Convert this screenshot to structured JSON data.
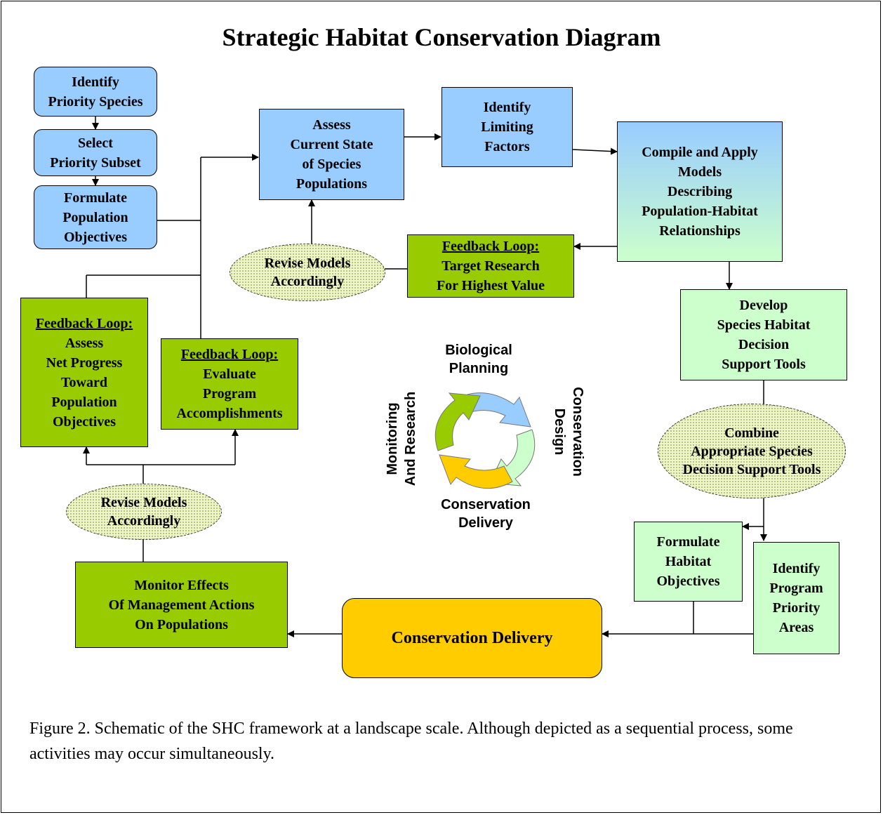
{
  "title": "Strategic Habitat Conservation Diagram",
  "boxes": {
    "identify_priority_species": [
      "Identify",
      "Priority Species"
    ],
    "select_priority_subset": [
      "Select",
      "Priority Subset"
    ],
    "formulate_population_objectives": [
      "Formulate",
      "Population",
      "Objectives"
    ],
    "assess_current_state": [
      "Assess",
      "Current State",
      "of Species",
      "Populations"
    ],
    "identify_limiting_factors": [
      "Identify",
      "Limiting",
      "Factors"
    ],
    "compile_apply_models": [
      "Compile and Apply",
      "Models",
      "Describing",
      "Population-Habitat",
      "Relationships"
    ],
    "feedback_target_research": {
      "heading": "Feedback Loop:",
      "lines": [
        "Target Research",
        "For Highest Value"
      ]
    },
    "develop_decision_tools": [
      "Develop",
      "Species Habitat",
      "Decision",
      "Support Tools"
    ],
    "feedback_net_progress": {
      "heading": "Feedback Loop:",
      "lines": [
        "Assess",
        "Net Progress",
        "Toward",
        "Population",
        "Objectives"
      ]
    },
    "feedback_program_accomplishments": {
      "heading": "Feedback Loop:",
      "lines": [
        "Evaluate",
        "Program",
        "Accomplishments"
      ]
    },
    "formulate_habitat_objectives": [
      "Formulate",
      "Habitat",
      "Objectives"
    ],
    "identify_program_priority_areas": [
      "Identify",
      "Program",
      "Priority",
      "Areas"
    ],
    "monitor_effects": [
      "Monitor Effects",
      "Of Management Actions",
      "On Populations"
    ],
    "conservation_delivery": [
      "Conservation Delivery"
    ]
  },
  "ellipses": {
    "revise_models_top": [
      "Revise Models",
      "Accordingly"
    ],
    "combine_tools": [
      "Combine",
      "Appropriate Species",
      "Decision Support Tools"
    ],
    "revise_models_bottom": [
      "Revise Models",
      "Accordingly"
    ]
  },
  "cycle": {
    "top": [
      "Biological",
      "Planning"
    ],
    "right": [
      "Conservation",
      "Design"
    ],
    "bottom": [
      "Conservation",
      "Delivery"
    ],
    "left": [
      "Monitoring",
      "And Research"
    ],
    "colors": {
      "blue": "#99ccff",
      "pale_green": "#ccffcc",
      "orange": "#ffcc00",
      "green": "#99cc00"
    }
  },
  "caption": "Figure 2.  Schematic of the SHC framework at a landscape scale.  Although depicted as a sequential process, some activities may occur simultaneously."
}
